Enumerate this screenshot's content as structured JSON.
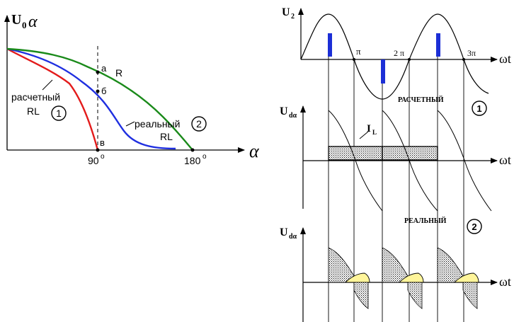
{
  "left_panel": {
    "y_axis_label_main": "U",
    "y_axis_label_sub": "0",
    "y_axis_label_greek": "α",
    "x_axis_label": "α",
    "tick_90": "90",
    "tick_90_sup": "o",
    "tick_180": "180",
    "tick_180_sup": "o",
    "point_a": "a",
    "point_b": "б",
    "point_v": "в",
    "label_R": "R",
    "calc_label_1": "расчетный",
    "calc_label_2": "RL",
    "real_label_1": "реальный",
    "real_label_2": "RL",
    "circle_1": "1",
    "circle_2": "2",
    "colors": {
      "calc_RL": "#e31b1b",
      "real_RL": "#1f2fe0",
      "R": "#1a8a1a"
    }
  },
  "right_panel": {
    "u2_label_main": "U",
    "u2_label_sub": "2",
    "pi_label": "π",
    "two_pi_label": "2 π",
    "three_pi_label": "3π",
    "wt_label": "ωt",
    "ud_label_main": "U",
    "ud_label_sub": "dα",
    "calc_title": "РАСЧЕТНЫЙ",
    "real_title": "РЕАЛЬНЫЙ",
    "circle_1": "1",
    "circle_2": "2",
    "il_label_main": "I",
    "il_label_sub": "L",
    "colors": {
      "pulse": "#1c2fd6",
      "fill_yellow": "#fff59a"
    }
  }
}
